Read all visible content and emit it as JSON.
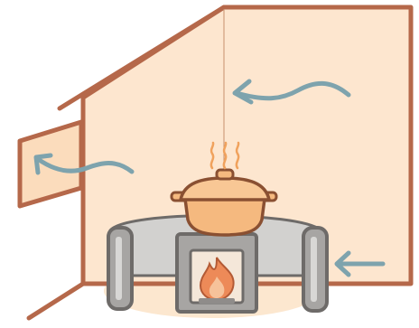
{
  "illustration": {
    "subject": [
      "room-interior",
      "hearth",
      "cooking-pot",
      "fire",
      "steam",
      "airflow-arrows",
      "window-opening",
      "hanging-string"
    ],
    "colors": {
      "wall_fill": "#fde6cf",
      "wall_outline": "#b5684a",
      "window_fill": "#fbdcbc",
      "airflow_arrow": "#7ea3ad",
      "pot_fill": "#f5b97f",
      "pot_outline": "#8a5032",
      "hearth_surround": "#a7a5a3",
      "hearth_outline": "#6e6b69",
      "hearth_back": "#d2d1cf",
      "firebox_inner": "#f4e7d9",
      "flame_outer": "#ed8a58",
      "flame_inner": "#f6c29a",
      "steam": "#f0a25d",
      "floor_glow": "#fbe3c7"
    }
  }
}
